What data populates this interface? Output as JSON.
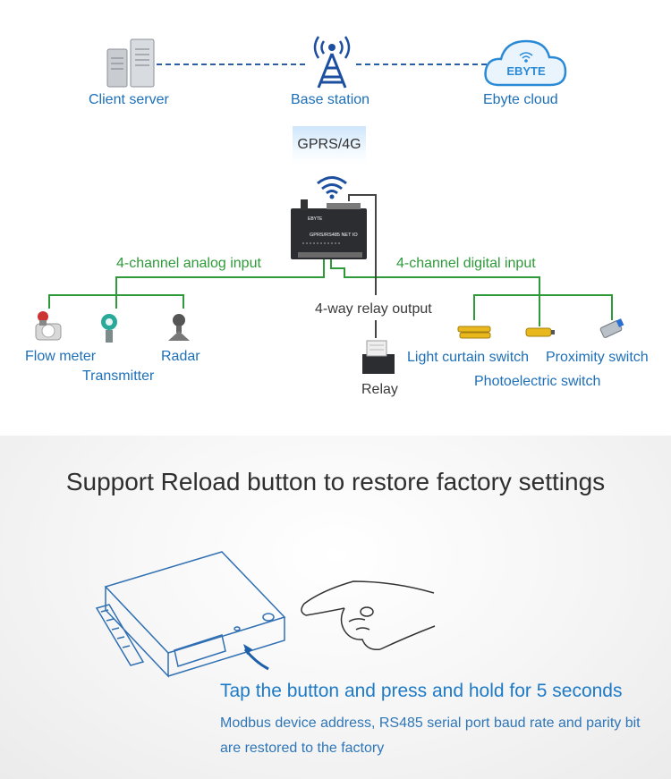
{
  "colors": {
    "label_blue": "#1d6fb8",
    "line_green": "#2e9a3a",
    "dashed_blue": "#2a5fa8",
    "device_dark": "#2b2d31"
  },
  "top": {
    "client_server": "Client server",
    "base_station": "Base station",
    "ebyte_cloud": "Ebyte cloud",
    "cloud_logo": "EBYTE",
    "link": "GPRS/4G",
    "device_label": "GPRS/RS485 NET IO",
    "device_brand": "EBYTE",
    "analog_input": "4-channel analog input",
    "digital_input": "4-channel digital input",
    "relay_output": "4-way relay output",
    "flow_meter": "Flow meter",
    "transmitter": "Transmitter",
    "radar": "Radar",
    "relay": "Relay",
    "light_curtain": "Light curtain switch",
    "proximity": "Proximity switch",
    "photoelectric": "Photoelectric switch"
  },
  "bottom": {
    "headline": "Support Reload button to restore factory settings",
    "tap_title": "Tap the button and press and hold for 5 seconds",
    "description": "Modbus device address, RS485 serial port baud rate and parity bit are restored to the factory"
  }
}
